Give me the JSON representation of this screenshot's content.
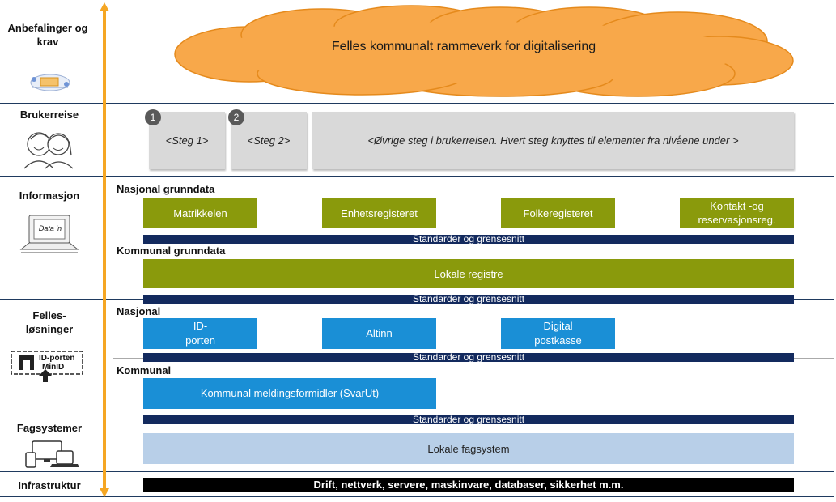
{
  "rows": {
    "anbefalinger": "Anbefalinger og krav",
    "brukerreise": "Brukerreise",
    "informasjon": "Informasjon",
    "felles_line1": "Felles-",
    "felles_line2": "løsninger",
    "fagsystemer": "Fagsystemer",
    "infrastruktur": "Infrastruktur"
  },
  "cloud": {
    "text": "Felles kommunalt rammeverk for digitalisering"
  },
  "steps": [
    {
      "badge": "1",
      "label": "<Steg 1>"
    },
    {
      "badge": "2",
      "label": "<Steg 2>"
    },
    {
      "label": "<Øvrige steg i brukerreisen.  Hvert steg knyttes til elementer fra nivåene under >"
    }
  ],
  "informasjon": {
    "nasjonal_title": "Nasjonal grunndata",
    "nasjonal_boxes": [
      "Matrikkelen",
      "Enhetsregisteret",
      "Folkeregisteret",
      "Kontakt -og reservasjonsreg."
    ],
    "kommunal_title": "Kommunal grunndata",
    "kommunal_box": "Lokale registre",
    "data_icon_text": "Data  'n"
  },
  "felles": {
    "nasjonal_title": "Nasjonal",
    "nasjonal_boxes": [
      "ID-porten",
      "Altinn",
      "Digital postkasse"
    ],
    "kommunal_title": "Kommunal",
    "kommunal_box": "Kommunal  meldingsformidler (SvarUt)",
    "idporten_line1": "ID-porten",
    "idporten_line2": "MinID"
  },
  "band_label": "Standarder og grensesnitt",
  "fagsystemer": {
    "box": "Lokale fagsystem"
  },
  "infrastruktur": {
    "box": "Drift, nettverk, servere, maskinvare, databaser, sikkerhet m.m."
  },
  "colors": {
    "accent_orange": "#f5a623",
    "green": "#8a9a0c",
    "blue": "#1a8fd6",
    "navy": "#132a5e",
    "light_blue": "#b8cfe8",
    "step_gray": "#d9d9d9"
  }
}
